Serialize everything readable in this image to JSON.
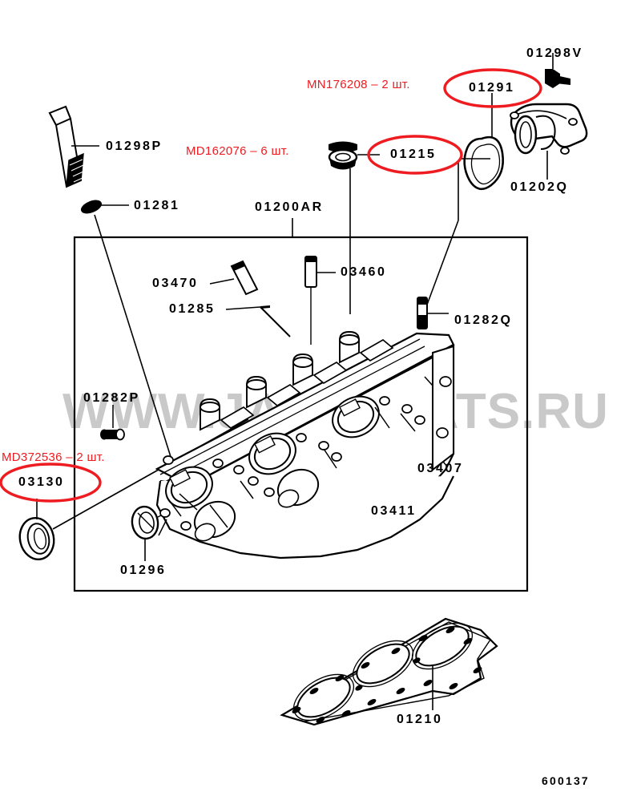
{
  "diagram": {
    "title_code": "600137",
    "watermark_text": "WWW.JAPANCATS.RU",
    "colors": {
      "ink": "#000000",
      "highlight": "#ee1c20",
      "watermark": "#c9c9c9",
      "background": "#ffffff"
    }
  },
  "red_notes": [
    {
      "id": "note-mn176208",
      "text": "MN176208 – 2 шт."
    },
    {
      "id": "note-md162076",
      "text": "MD162076 – 6 шт."
    },
    {
      "id": "note-md372536",
      "text": "MD372536 – 2 шт."
    }
  ],
  "highlighted_refs": [
    {
      "id": "ref-01291",
      "text": "01291"
    },
    {
      "id": "ref-01215",
      "text": "01215"
    },
    {
      "id": "ref-03130",
      "text": "03130"
    }
  ],
  "part_labels": [
    {
      "id": "label-01298v",
      "text": "01298V"
    },
    {
      "id": "label-01298p",
      "text": "01298P"
    },
    {
      "id": "label-01202q",
      "text": "01202Q"
    },
    {
      "id": "label-01281",
      "text": "01281"
    },
    {
      "id": "label-01200ar",
      "text": "01200AR"
    },
    {
      "id": "label-03460",
      "text": "03460"
    },
    {
      "id": "label-03470",
      "text": "03470"
    },
    {
      "id": "label-01285",
      "text": "01285"
    },
    {
      "id": "label-01282q",
      "text": "01282Q"
    },
    {
      "id": "label-01282p",
      "text": "01282P"
    },
    {
      "id": "label-03407",
      "text": "03407"
    },
    {
      "id": "label-03411",
      "text": "03411"
    },
    {
      "id": "label-01296",
      "text": "01296"
    },
    {
      "id": "label-01210",
      "text": "01210"
    }
  ]
}
